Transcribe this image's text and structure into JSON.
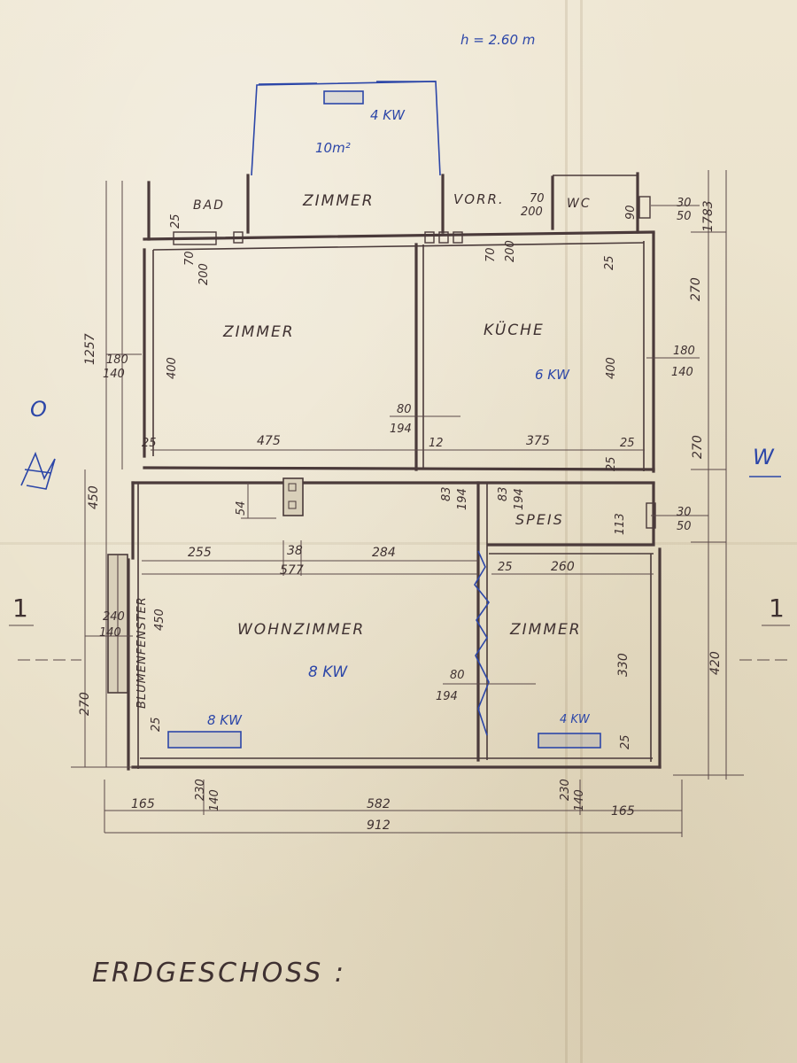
{
  "height_note": "h = 2.60 m",
  "title": "ERDGESCHOSS :",
  "section_marks": [
    "1",
    "1"
  ],
  "compass": {
    "west": "W",
    "east": "O"
  },
  "rooms": {
    "balcony_area": "10m²",
    "balcony_heater": "4 KW",
    "zimmer_top": "ZIMMER",
    "bad": "BAD",
    "vorr": "VORR.",
    "wc": "WC",
    "zimmer_main": "ZIMMER",
    "kueche": "KÜCHE",
    "kueche_heater": "6 KW",
    "speis": "SPEIS",
    "wohnzimmer": "WOHNZIMMER",
    "wohnzimmer_heater": "8 KW",
    "wohnzimmer_radiator": "8 KW",
    "zimmer_small": "ZIMMER",
    "zimmer_small_radiator": "4 KW",
    "blumenfenster": "BLUMENFENSTER"
  },
  "dimensions": {
    "bad_25": "25",
    "bad_door_70": "70",
    "bad_door_200": "200",
    "vorr_door_70": "70",
    "vorr_door_200": "200",
    "wc_70": "70",
    "wc_200": "200",
    "wc_90": "90",
    "win_top_30": "30",
    "win_top_50": "50",
    "right_1783": "1783",
    "right_270a": "270",
    "right_270b": "270",
    "right_420": "420",
    "left_1257": "1257",
    "left_450": "450",
    "left_270": "270",
    "zimmer_400": "400",
    "zimmer_win_180": "180",
    "zimmer_win_140": "140",
    "kueche_400": "400",
    "kueche_25": "25",
    "kueche_win_180": "180",
    "kueche_win_140": "140",
    "door_80a": "80",
    "door_194a": "194",
    "row_25a": "25",
    "row_475": "475",
    "row_12": "12",
    "row_375": "375",
    "row_25b": "25",
    "flue_54": "54",
    "hall_door_83": "83",
    "hall_door_194": "194",
    "speis_door_83": "83",
    "speis_door_194": "194",
    "speis_25": "25",
    "speis_113": "113",
    "speis_win_30": "30",
    "speis_win_50": "50",
    "wz_255": "255",
    "wz_38": "38",
    "wz_284": "284",
    "wz_577": "577",
    "wz_25": "25",
    "z_25": "25",
    "z_260": "260",
    "z_330": "330",
    "z_25b": "25",
    "bf_240": "240",
    "bf_140": "140",
    "bf_450": "450",
    "door_80b": "80",
    "door_194b": "194",
    "bottom_165a": "165",
    "bottom_582": "582",
    "bottom_165b": "165",
    "bottom_912": "912",
    "bottom_win_a1": "230",
    "bottom_win_a2": "140",
    "bottom_win_b1": "230",
    "bottom_win_b2": "140"
  },
  "colors": {
    "ink": "#4a3a3a",
    "pen": "#2c46a8",
    "paper": "#ece4cf"
  }
}
